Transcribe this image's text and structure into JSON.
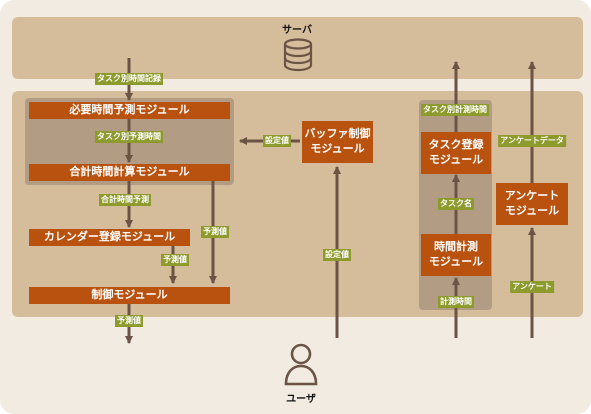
{
  "colors": {
    "background": "#f2ebe1",
    "panel": "#d5bc9b",
    "group": "#b39c84",
    "module": "#b9520f",
    "tag": "#8d9a2c",
    "arrow": "#6b5346",
    "icon": "#6b5346"
  },
  "server": {
    "label": "サーバ",
    "icon": "database-icon"
  },
  "user": {
    "label": "ユーザ",
    "icon": "person-icon"
  },
  "modules": {
    "required_time": "必要時間予測モジュール",
    "total_time": "合計時間計算モジュール",
    "calendar": "カレンダー登録モジュール",
    "control": "制御モジュール",
    "buffer": "バッファ制御\nモジュール",
    "task_register": "タスク登録\nモジュール",
    "time_measure": "時間計測\nモジュール",
    "survey": "アンケート\nモジュール"
  },
  "tags": {
    "task_time_record": "タスク別時間記録",
    "task_prediction": "タスク別予測時間",
    "total_prediction": "合計時間予測",
    "prediction_a": "予測値",
    "prediction_b": "予測値",
    "prediction_out": "予測値",
    "setting_buffer": "設定値",
    "setting_user": "設定値",
    "task_measured": "タスク別計測時間",
    "task_name": "タスク名",
    "measured_time": "計測時間",
    "survey_data": "アンケートデータ",
    "survey": "アンケート"
  }
}
